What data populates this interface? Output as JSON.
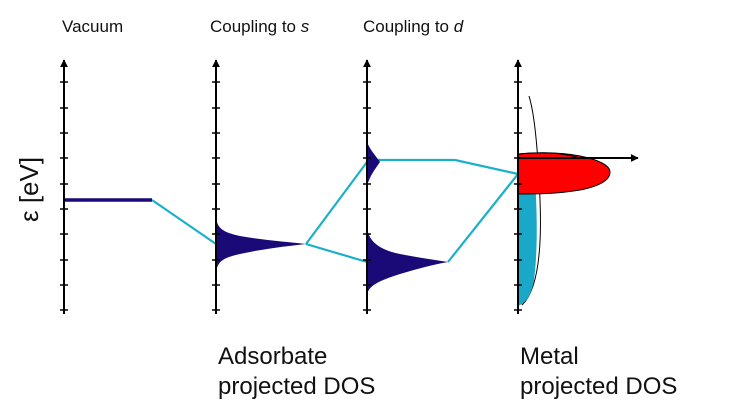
{
  "columns": {
    "vacuum": "Vacuum",
    "coupling_s_prefix": "Coupling to ",
    "coupling_s_var": "s",
    "coupling_d_prefix": "Coupling to ",
    "coupling_d_var": "d"
  },
  "axis": {
    "ylabel": "ε [eV]"
  },
  "captions": {
    "adsorbate_line1": "Adsorbate",
    "adsorbate_line2": "projected DOS",
    "metal_line1": "Metal",
    "metal_line2": "projected DOS"
  },
  "colors": {
    "state_fill": "#1a0a78",
    "connector": "#1ab0cc",
    "d_band_fill": "#ff0000",
    "sp_band_fill": "#1aa8c8",
    "axis": "#000000"
  }
}
